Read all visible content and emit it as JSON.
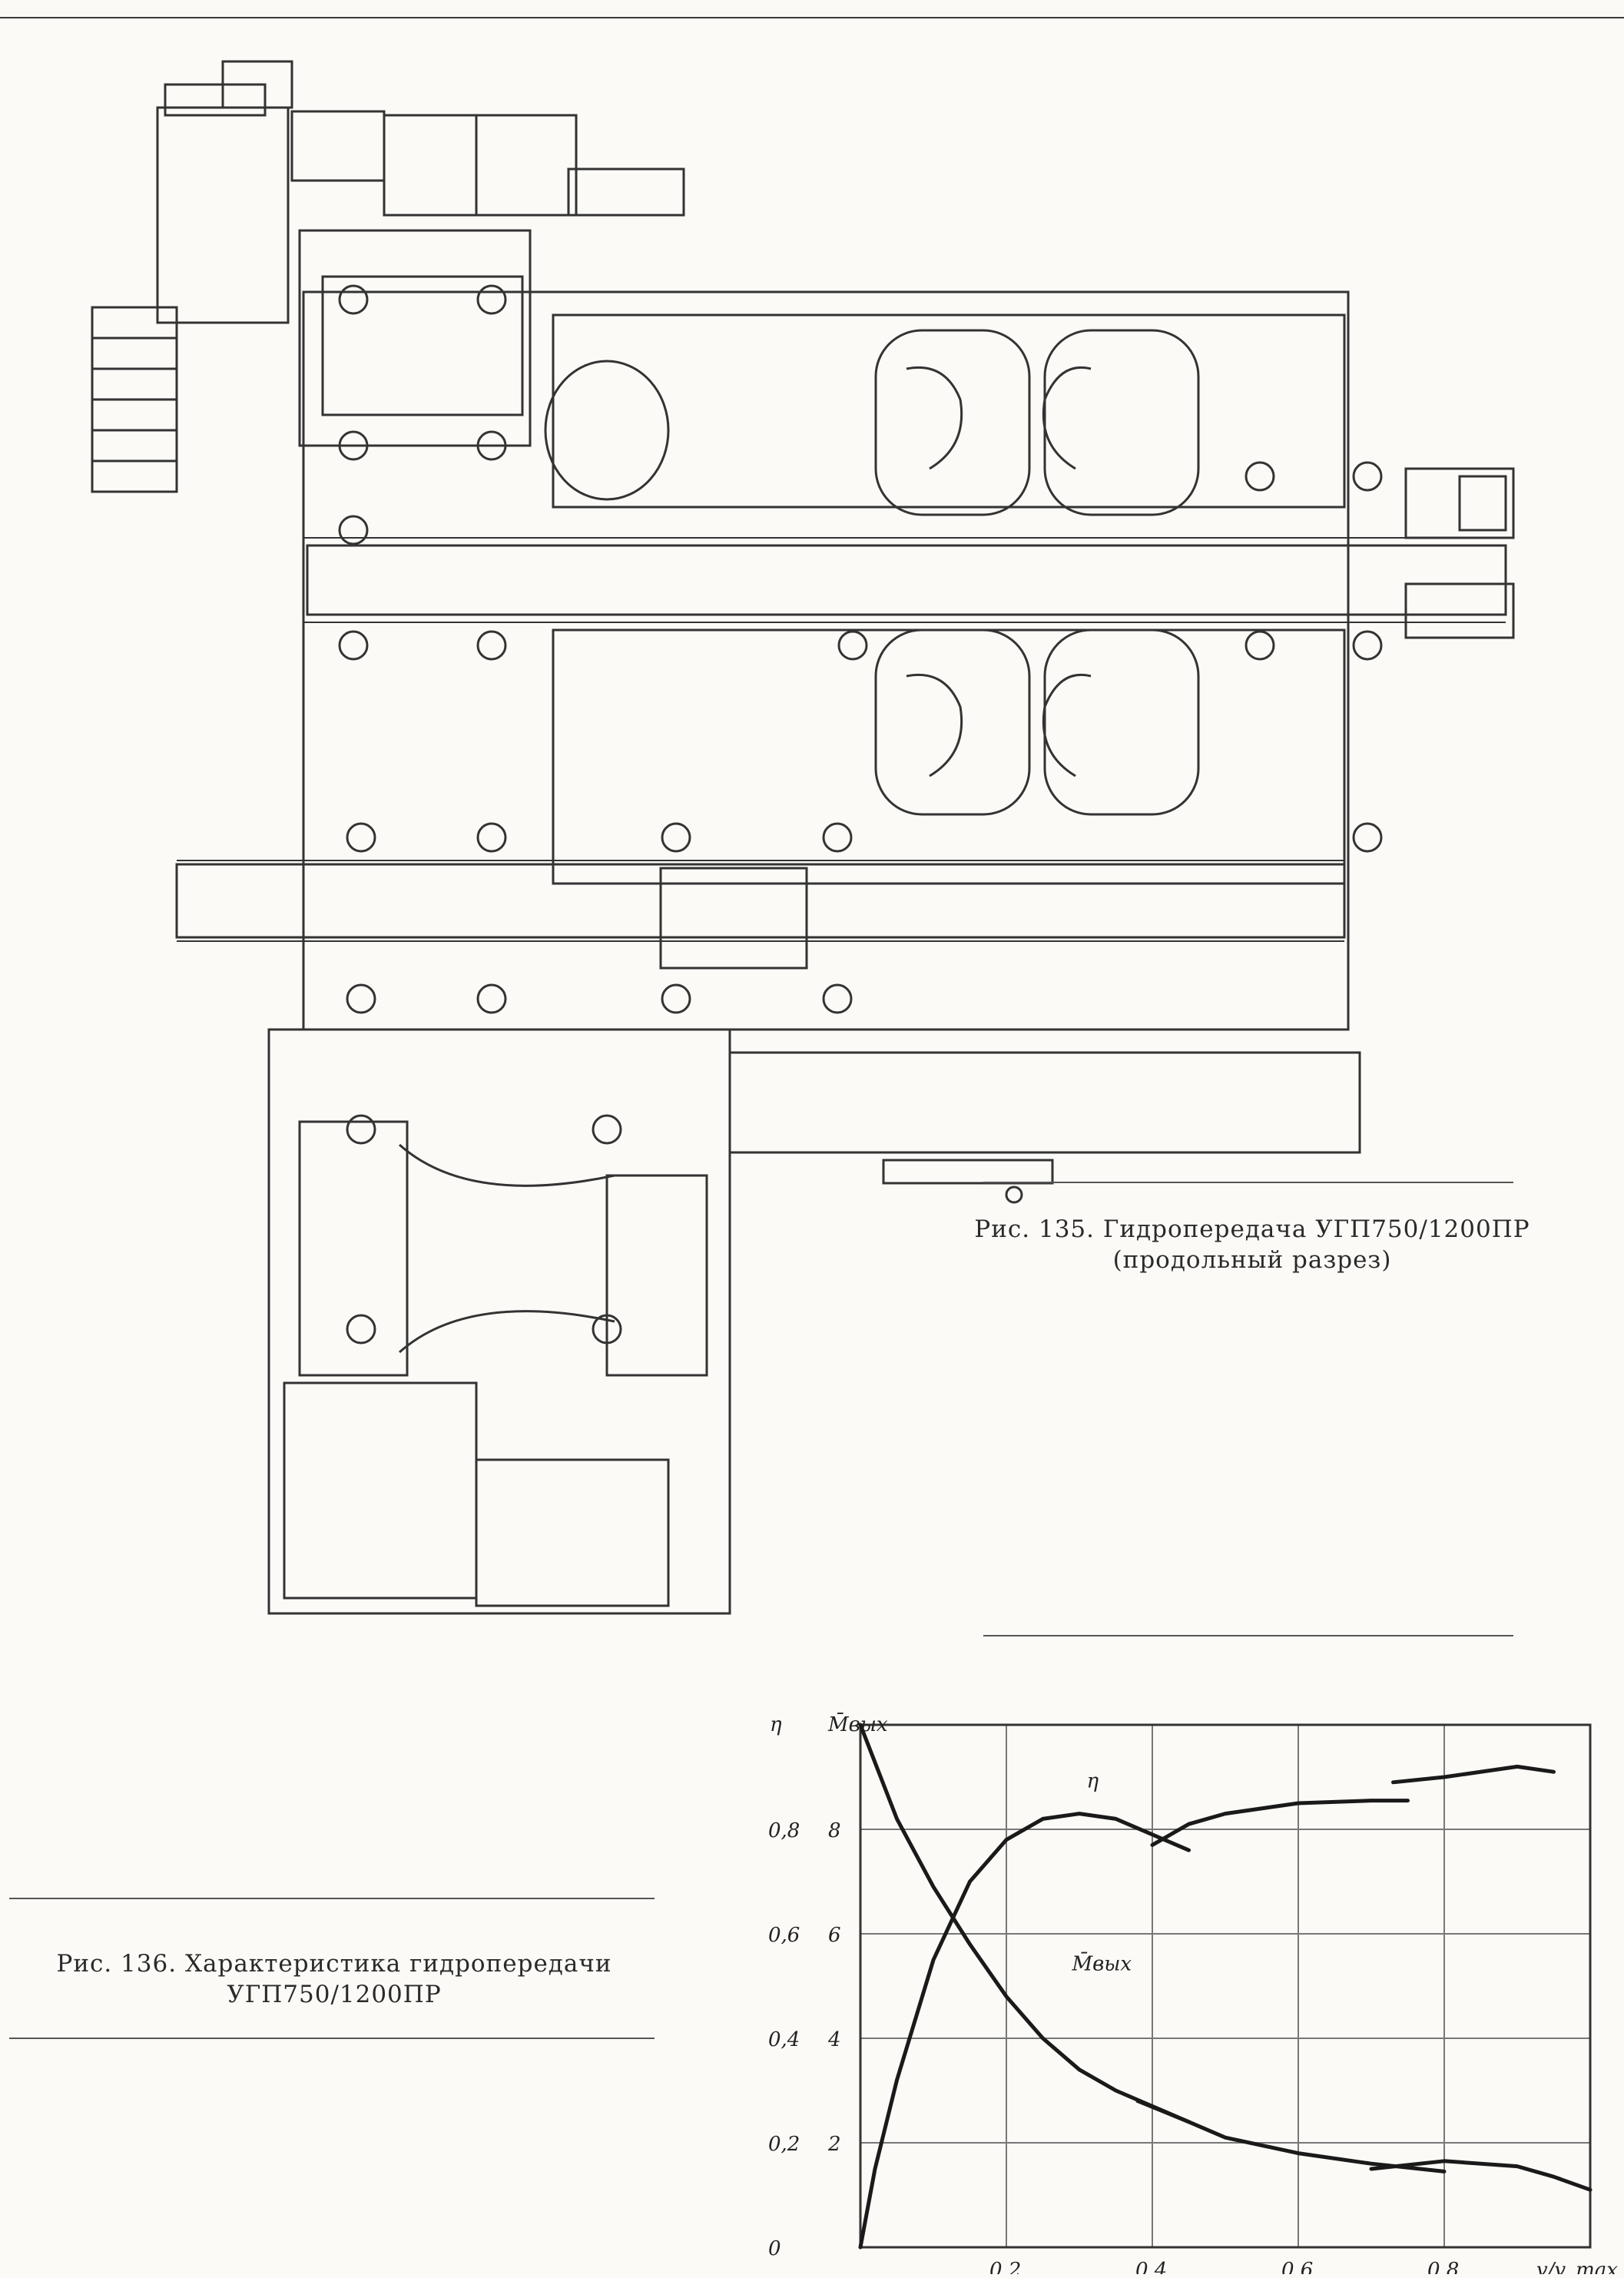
{
  "figure135": {
    "label": "Рис. 135.",
    "title": "Гидропередача УГП750/1200ПР",
    "subtitle": "(продольный разрез)"
  },
  "figure136": {
    "label": "Рис. 136.",
    "title": "Характеристика гидропередачи",
    "subtitle": "УГП750/1200ПР"
  },
  "chart_data": {
    "type": "line",
    "xlabel": "v/v_max",
    "xlim": [
      0,
      1.0
    ],
    "x_ticks": [
      "0,2",
      "0,4",
      "0,6",
      "0,8"
    ],
    "y_left": {
      "label": "η",
      "ticks": [
        "0",
        "0,2",
        "0,4",
        "0,6",
        "0,8"
      ],
      "lim": [
        0,
        1.0
      ]
    },
    "y_right": {
      "label": "M̄вых",
      "ticks": [
        "2",
        "4",
        "6",
        "8"
      ],
      "lim": [
        0,
        10
      ]
    },
    "grid": true,
    "series": [
      {
        "name": "η",
        "axis": "left",
        "segments": [
          {
            "x": [
              0.0,
              0.02,
              0.05,
              0.1,
              0.15,
              0.2,
              0.25,
              0.3,
              0.35,
              0.4,
              0.45
            ],
            "y": [
              0.0,
              0.15,
              0.32,
              0.55,
              0.7,
              0.78,
              0.82,
              0.83,
              0.82,
              0.79,
              0.76
            ]
          },
          {
            "x": [
              0.4,
              0.45,
              0.5,
              0.6,
              0.7,
              0.75
            ],
            "y": [
              0.77,
              0.81,
              0.83,
              0.85,
              0.855,
              0.855
            ]
          },
          {
            "x": [
              0.73,
              0.8,
              0.9,
              0.95
            ],
            "y": [
              0.89,
              0.9,
              0.92,
              0.91
            ]
          }
        ]
      },
      {
        "name": "M̄вых",
        "axis": "right",
        "segments": [
          {
            "x": [
              0.0,
              0.05,
              0.1,
              0.15,
              0.2,
              0.25,
              0.3,
              0.35,
              0.4,
              0.45
            ],
            "y": [
              10.0,
              8.2,
              6.9,
              5.8,
              4.8,
              4.0,
              3.4,
              3.0,
              2.7,
              2.4
            ]
          },
          {
            "x": [
              0.38,
              0.45,
              0.5,
              0.6,
              0.7,
              0.8
            ],
            "y": [
              2.8,
              2.4,
              2.1,
              1.8,
              1.6,
              1.45
            ]
          },
          {
            "x": [
              0.7,
              0.8,
              0.9,
              0.95,
              1.0
            ],
            "y": [
              1.5,
              1.65,
              1.55,
              1.35,
              1.1
            ]
          }
        ]
      }
    ]
  }
}
